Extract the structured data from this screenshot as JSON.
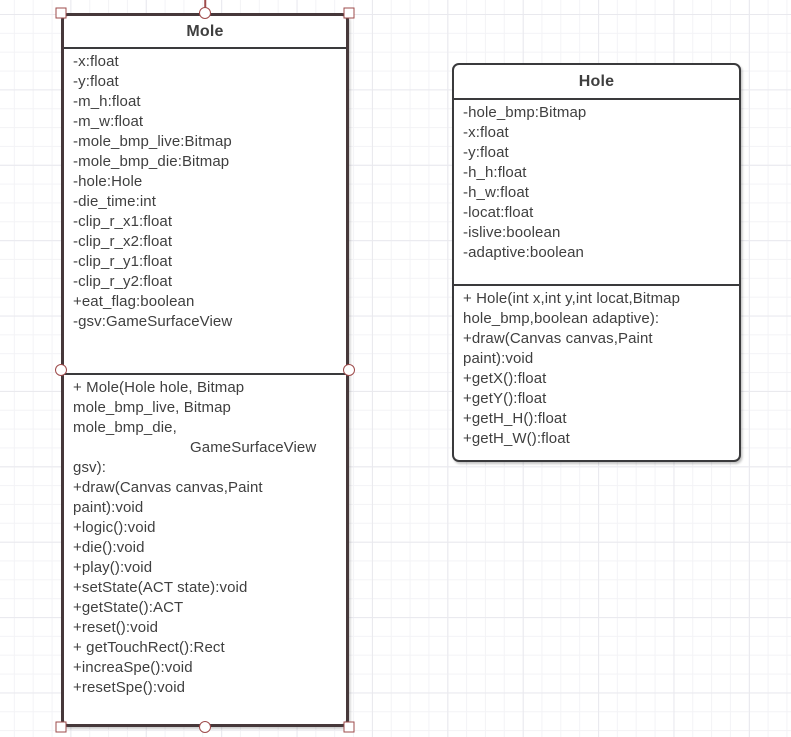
{
  "palette": {
    "box_border": "#3a3a3c",
    "selected_box_border": "#46383a",
    "selection_handle": "#9e4b4b",
    "text": "#3f3f3f",
    "box_fill": "#ffffff",
    "grid_minor": "#f3f3f6",
    "grid_major": "#e9e9ee"
  },
  "mole_class": {
    "title": "Mole",
    "attributes": [
      "-x:float",
      "-y:float",
      "-m_h:float",
      "-m_w:float",
      "-mole_bmp_live:Bitmap",
      "-mole_bmp_die:Bitmap",
      "-hole:Hole",
      "-die_time:int",
      "-clip_r_x1:float",
      "-clip_r_x2:float",
      "-clip_r_y1:float",
      "-clip_r_y2:float",
      "+eat_flag:boolean",
      "-gsv:GameSurfaceView"
    ],
    "method_lines": [
      "+ Mole(Hole hole, Bitmap",
      "mole_bmp_live, Bitmap",
      "mole_bmp_die,",
      "GameSurfaceView",
      "gsv):",
      "+draw(Canvas canvas,Paint",
      "paint):void",
      "+logic():void",
      "+die():void",
      "+play():void",
      "+setState(ACT state):void",
      "+getState():ACT",
      "+reset():void",
      "+ getTouchRect():Rect",
      "+increaSpe():void",
      "+resetSpe():void"
    ]
  },
  "hole_class": {
    "title": "Hole",
    "attributes": [
      "-hole_bmp:Bitmap",
      "-x:float",
      "-y:float",
      "-h_h:float",
      "-h_w:float",
      "-locat:float",
      "-islive:boolean",
      "-adaptive:boolean"
    ],
    "method_lines": [
      "+  Hole(int x,int y,int locat,Bitmap",
      "hole_bmp,boolean adaptive):",
      "+draw(Canvas canvas,Paint",
      "paint):void",
      "+getX():float",
      "+getY():float",
      "+getH_H():float",
      "+getH_W():float"
    ]
  }
}
